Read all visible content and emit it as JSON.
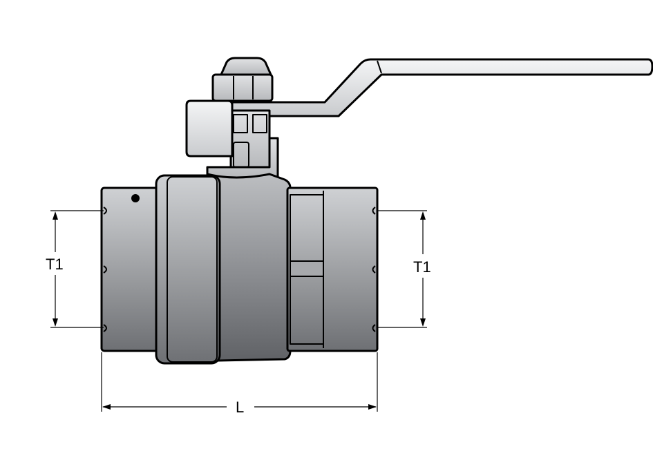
{
  "diagram": {
    "labels": {
      "t1_left": "T1",
      "t1_right": "T1",
      "length": "L"
    },
    "colors": {
      "outline": "#000000",
      "body_light": "#c7c9cc",
      "body_dark": "#6a6c70",
      "background": "#ffffff"
    }
  }
}
